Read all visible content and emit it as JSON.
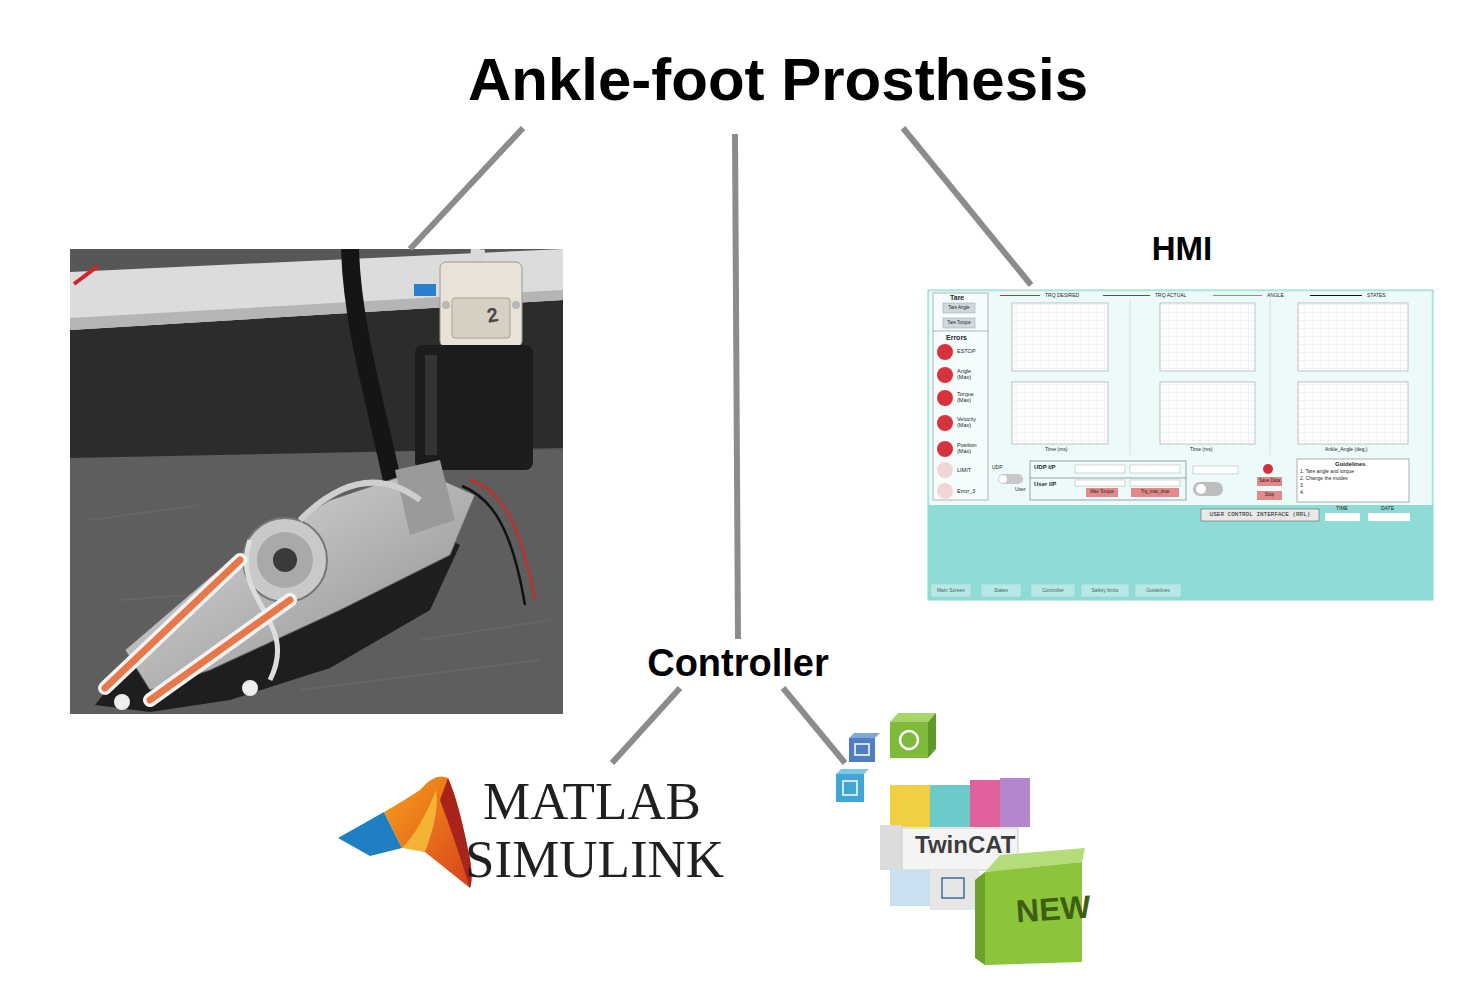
{
  "diagram": {
    "nodes": [
      {
        "text": [
          "Ankle-foot Prosthesis"
        ]
      },
      {
        "text": [
          "2"
        ]
      },
      {
        "text": [
          "HMI"
        ]
      },
      {
        "text": [
          "Controller"
        ]
      },
      {
        "text": [
          "MATLAB",
          "SIMULINK"
        ]
      },
      {
        "text": [
          "TwinCAT",
          "NEW"
        ]
      }
    ],
    "edges": [
      {
        "from": 0,
        "to": 1,
        "arrow": "none"
      },
      {
        "from": 0,
        "to": 3,
        "arrow": "none"
      },
      {
        "from": 0,
        "to": 2,
        "arrow": "none"
      },
      {
        "from": 3,
        "to": 4,
        "arrow": "none"
      },
      {
        "from": 3,
        "to": 5,
        "arrow": "none"
      }
    ],
    "labels": [
      "Tare",
      "Tare Angle",
      "Tare Torque",
      "Errors",
      "ESTOP",
      "Angle (Max)",
      "Torque (Max)",
      "Velocity (Max)",
      "Position (Max)",
      "LIMIT",
      "Error_3",
      "Time (ms)",
      "Time (ms)",
      "Ankle_Angle (deg.)",
      "UDP",
      "User",
      "UDP I/P",
      "User I/P",
      "Max Torque",
      "Trq_max_time",
      "Save Data",
      "Stop",
      "Guidelines",
      "1. Tare angle and torque",
      "2. Change the modes",
      "3.",
      "4.",
      "USER CONTROL INTERFACE (RRL)",
      "TIME",
      "DATE",
      "Main Screen",
      "States",
      "Controller",
      "Safety limits",
      "Guidelines"
    ],
    "legend": [
      {
        "text": "TRQ DESIRED"
      },
      {
        "text": "TRQ ACTUAL"
      },
      {
        "text": "ANGLE"
      },
      {
        "text": "STATES"
      }
    ]
  }
}
